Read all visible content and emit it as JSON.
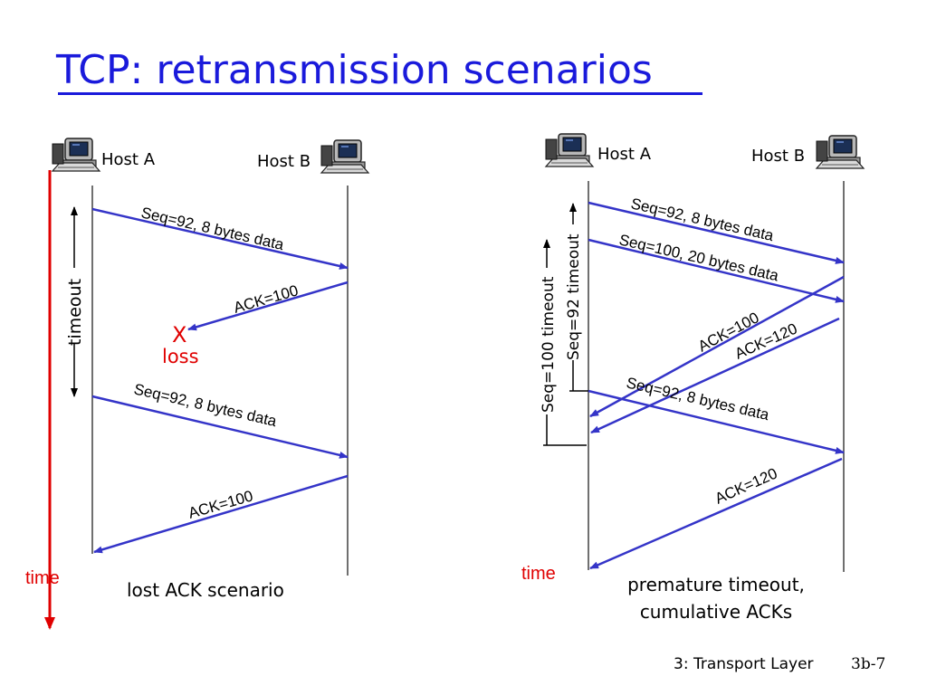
{
  "title": "TCP: retransmission scenarios",
  "colors": {
    "title": "#1a1adb",
    "arrow": "#3434c8",
    "time": "#e00000"
  },
  "left": {
    "host_a": "Host A",
    "host_b": "Host B",
    "msg1": "Seq=92, 8 bytes data",
    "ack1": "ACK=100",
    "loss_mark": "X",
    "loss_label": "loss",
    "timeout": "timeout",
    "msg2": "Seq=92, 8 bytes data",
    "ack2": "ACK=100",
    "time": "time",
    "caption": "lost ACK scenario"
  },
  "right": {
    "host_a": "Host A",
    "host_b": "Host B",
    "msg1": "Seq=92, 8 bytes data",
    "msg2": "Seq=100, 20 bytes data",
    "ack1": "ACK=100",
    "ack2": "ACK=120",
    "timeout_92": "Seq=92 timeout",
    "timeout_100": "Seq=100 timeout",
    "msg3": "Seq=92, 8 bytes data",
    "ack3": "ACK=120",
    "time": "time",
    "caption_line1": "premature timeout,",
    "caption_line2": "cumulative ACKs"
  },
  "footer": {
    "section": "3: Transport Layer",
    "page": "3b-7"
  },
  "icons": [
    "computer-icon"
  ]
}
